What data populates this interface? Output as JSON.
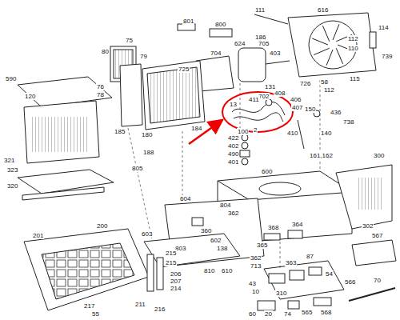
{
  "diagram": {
    "labels": [
      "111",
      "616",
      "801",
      "800",
      "186",
      "624",
      "112",
      "110",
      "114",
      "739",
      "75",
      "80",
      "79",
      "58",
      "726",
      "704",
      "725",
      "705",
      "403",
      "112",
      "115",
      "590",
      "76",
      "78",
      "185",
      "180",
      "702",
      "408",
      "406",
      "407",
      "410",
      "411",
      "13",
      "131",
      "2",
      "150",
      "436",
      "738",
      "140",
      "100",
      "120",
      "184",
      "188",
      "422",
      "402",
      "490",
      "401",
      "161,162",
      "321",
      "323",
      "320",
      "805",
      "600",
      "604",
      "804",
      "362",
      "300",
      "302",
      "360",
      "602",
      "368",
      "364",
      "138",
      "365",
      "567",
      "603",
      "803",
      "200",
      "201",
      "215",
      "215",
      "810",
      "610",
      "362",
      "713",
      "363",
      "87",
      "54",
      "566",
      "70",
      "43",
      "10",
      "310",
      "206",
      "207",
      "214",
      "217",
      "211",
      "216",
      "55",
      "74",
      "565",
      "568",
      "60",
      "20"
    ]
  }
}
